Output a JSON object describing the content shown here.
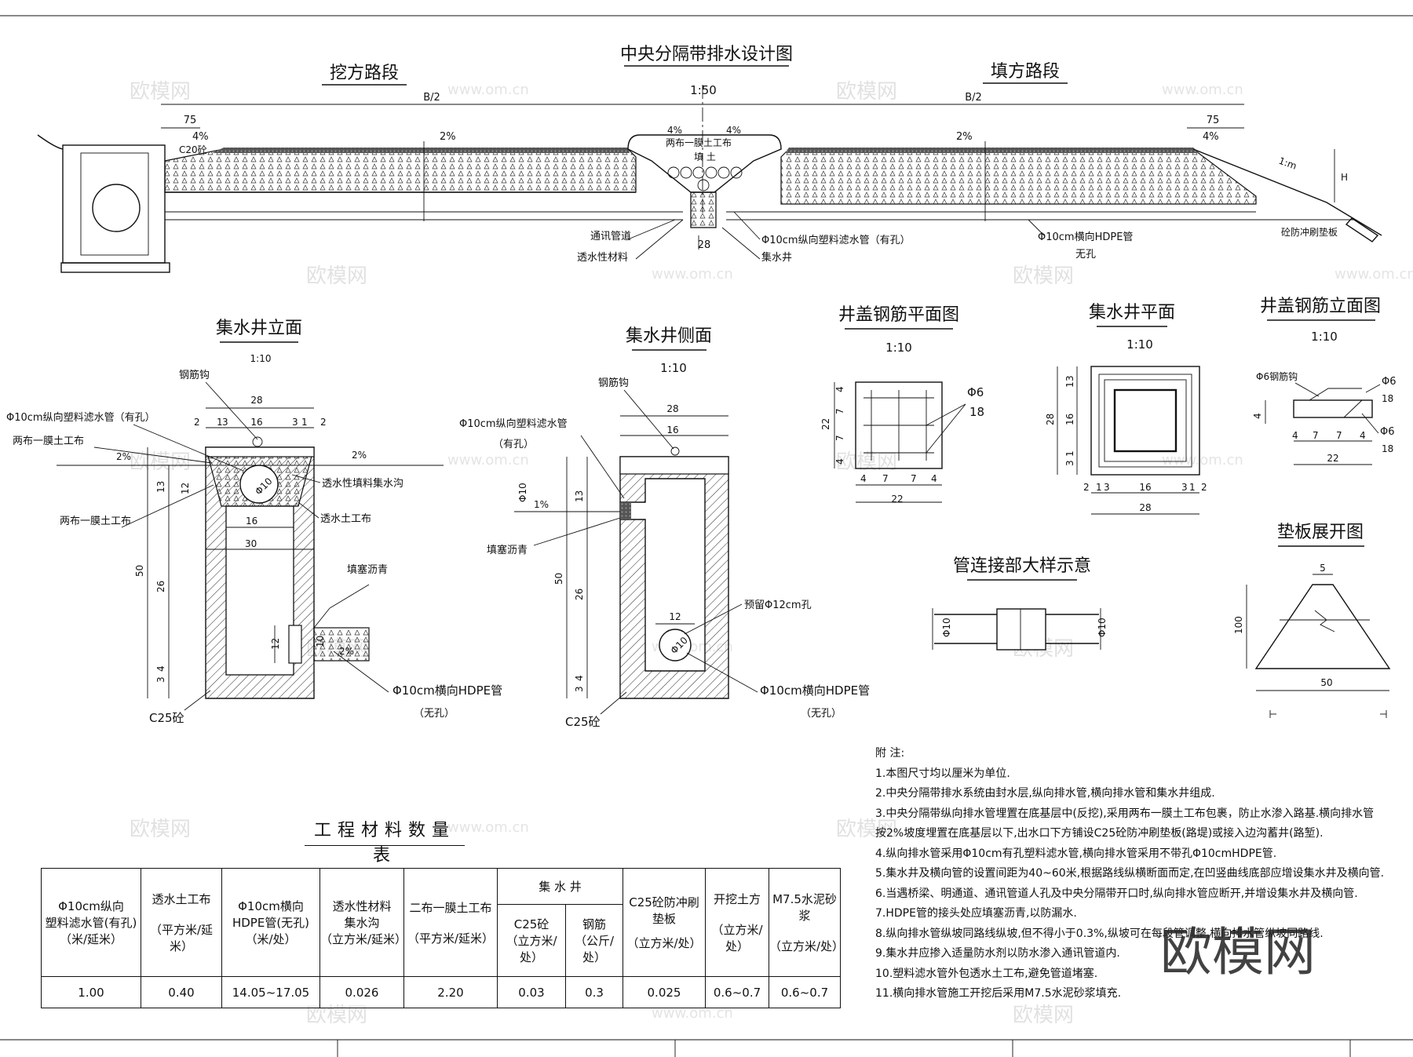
{
  "main_title": "中央分隔带排水设计图",
  "main_scale": "1:50",
  "left_section": "挖方路段",
  "right_section": "填方路段",
  "half_width": "B/2",
  "dim_75": "75",
  "slope_4": "4%",
  "slope_2": "2%",
  "c20_label": "C20砼",
  "geo_label_top": "两布一膜土工布",
  "fill_soil": "填  土",
  "h_label": "H",
  "slope_1m": "1:m",
  "callouts": {
    "comm_pipe": "通讯管道",
    "permeable": "透水性材料",
    "dim28": "28",
    "long_pipe": "Φ10cm纵向塑料滤水管（有孔）",
    "well": "集水井",
    "hdpe": "Φ10cm横向HDPE管",
    "no_hole": "无孔",
    "pad": "砼防冲刷垫板"
  },
  "elev": {
    "title": "集水井立面",
    "scale": "1:10",
    "rebar_hook": "钢筋钩",
    "pipe_label": "Φ10cm纵向塑料滤水管（有孔）",
    "geo1": "两布一膜土工布",
    "geo2": "两布一膜土工布",
    "perm_ditch": "透水性填料集水沟",
    "perm_geo": "透水土工布",
    "asphalt": "填塞沥青",
    "hdpe": "Φ10cm横向HDPE管",
    "no_hole": "（无孔）",
    "c25": "C25砼",
    "d28": "28",
    "d16": "16",
    "d30": "30",
    "d2": "2",
    "d3": "3",
    "d1": "1",
    "v13": "13",
    "v12": "12",
    "v50": "50",
    "v26": "26",
    "v4": "4",
    "v3": "3",
    "v10": "10",
    "phi10": "Φ10",
    "slope2": "2%"
  },
  "side": {
    "title": "集水井侧面",
    "scale": "1:10",
    "rebar_hook": "钢筋钩",
    "pipe_label": "Φ10cm纵向塑料滤水管",
    "pipe_label2": "（有孔）",
    "asphalt": "填塞沥青",
    "hole": "预留Φ12cm孔",
    "hdpe": "Φ10cm横向HDPE管",
    "no_hole": "（无孔）",
    "c25": "C25砼",
    "d28": "28",
    "d16": "16",
    "d12": "12",
    "s1": "1%",
    "v13": "13",
    "v50": "50",
    "v26": "26",
    "v10": "Φ10",
    "v4": "4",
    "v3": "3"
  },
  "cover_plan": {
    "title": "井盖钢筋平面图",
    "scale": "1:10",
    "phi": "Φ6",
    "n18": "18",
    "d22": "22",
    "d4": "4",
    "d7": "7"
  },
  "well_plan": {
    "title": "集水井平面",
    "scale": "1:10",
    "d28": "28",
    "d16": "16",
    "d3": "3",
    "d1": "1",
    "d2": "2"
  },
  "cover_elev": {
    "title": "井盖钢筋立面图",
    "scale": "1:10",
    "phi": "Φ6",
    "n18": "18",
    "rebar": "Φ6钢筋钩",
    "d22": "22",
    "d4": "4",
    "d7": "7"
  },
  "pipe_detail": {
    "title": "管连接部大样示意",
    "phi": "Φ10"
  },
  "pad": {
    "title": "垫板展开图",
    "d5": "5",
    "d100": "100",
    "d50": "50"
  },
  "table": {
    "title": "工程材料数量表",
    "h1": [
      "Φ10cm纵向",
      "塑料滤水管(有孔)",
      "（米/延米）"
    ],
    "h2": [
      "透水土工布",
      "（平方米/延米）"
    ],
    "h3": [
      "Φ10cm横向",
      "HDPE管(无孔)",
      "（米/处）"
    ],
    "h4": [
      "透水性材料",
      "集水沟",
      "（立方米/延米）"
    ],
    "h5": [
      "二布一膜土工布",
      "（平方米/延米）"
    ],
    "h6": "集 水 井",
    "h6a": [
      "C25砼",
      "（立方米/处）"
    ],
    "h6b": [
      "钢筋",
      "（公斤/处）"
    ],
    "h7": [
      "C25砼防冲刷",
      "垫板",
      "（立方米/处）"
    ],
    "h8": [
      "开挖土方",
      "（立方米/处）"
    ],
    "h9": [
      "M7.5水泥砂浆",
      "（立方米/处）"
    ],
    "values": [
      "1.00",
      "0.40",
      "14.05~17.05",
      "0.026",
      "2.20",
      "0.03",
      "0.3",
      "0.025",
      "0.6~0.7",
      "0.6~0.7"
    ]
  },
  "notes": [
    "附 注:",
    "1.本图尺寸均以厘米为单位.",
    "2.中央分隔带排水系统由封水层,纵向排水管,横向排水管和集水井组成.",
    "3.中央分隔带纵向排水管埋置在底基层中(反挖),采用两布一膜土工布包裹，防止水渗入路基.横向排水管",
    "   按2%坡度埋置在底基层以下,出水口下方铺设C25砼防冲刷垫板(路堤)或接入边沟蓄井(路堑).",
    "4.纵向排水管采用Φ10cm有孔塑料滤水管,横向排水管采用不带孔Φ10cmHDPE管.",
    "5.集水井及横向管的设置间距为40~60米,根据路线纵横断面而定,在凹竖曲线底部应增设集水井及横向管.",
    "6.当遇桥梁、明通道、通讯管道人孔及中央分隔带开口时,纵向排水管应断开,并增设集水井及横向管.",
    "7.HDPE管的接头处应填塞沥青,以防漏水.",
    "8.纵向排水管纵坡同路线纵坡,但不得小于0.3%,纵坡可在每段管调整,横向排水管纵坡同路线.",
    "9.集水井应掺入适量防水剂以防水渗入通讯管道内.",
    "10.塑料滤水管外包透水土工布,避免管道堵塞.",
    "11.横向排水管施工开挖后采用M7.5水泥砂浆填充."
  ],
  "watermark": "欧模网",
  "watermark_url": "www.om.cn",
  "brand": "欧模网"
}
